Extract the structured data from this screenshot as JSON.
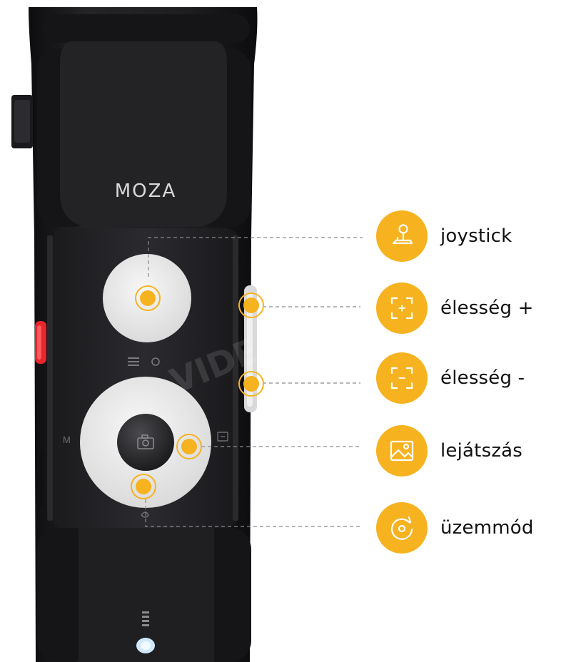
{
  "product": {
    "brand_logo": "MOZA",
    "side_button_label": "M",
    "watermark": "VIDE"
  },
  "features": [
    {
      "icon": "joystick-icon",
      "label": "joystick"
    },
    {
      "icon": "focus-plus-icon",
      "label": "élesség +"
    },
    {
      "icon": "focus-minus-icon",
      "label": "élesség -"
    },
    {
      "icon": "playback-image-icon",
      "label": "lejátszás"
    },
    {
      "icon": "mode-cycle-icon",
      "label": "üzemmód"
    }
  ],
  "colors": {
    "accent": "#f7b21f",
    "device_body": "#1c1c1e",
    "control_white": "#eeeeee",
    "power_red": "#e8262b"
  }
}
